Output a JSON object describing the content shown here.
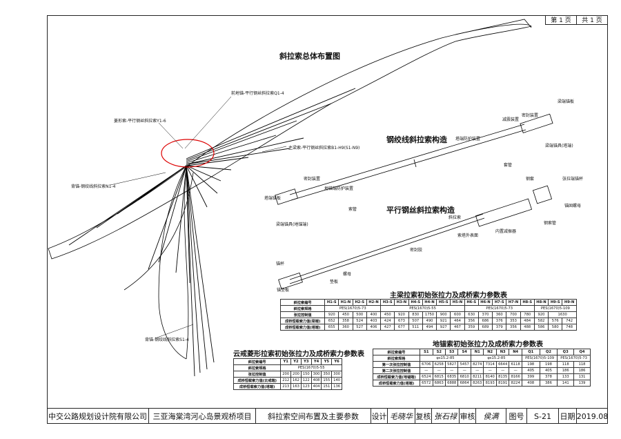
{
  "page": {
    "num": "第 1 页",
    "total": "共 1 页"
  },
  "titles": {
    "layout": "斜拉索总体布置图",
    "strand": "钢绞线斜拉索构造",
    "wire": "平行钢丝斜拉索构造",
    "main_table": "主梁拉索初始张拉力及成桥索力参数表",
    "yun_table": "云戒菱形拉索初始张拉力及成桥索力参数表",
    "anchor_table": "地锚索初始张拉力及成桥索力参数表"
  },
  "labels": {
    "zhuqiao": "前地锚-平行钢丝斜拉索Q1-4",
    "lingxing": "菱形索-平行钢丝斜拉索Y1-6",
    "zhuliang": "主梁索-平行钢丝斜拉索B1-H9(S1-N9)",
    "beiqiao": "背锚-钢绞线斜拉索N1-4",
    "houdi": "背锚-钢绞线斜拉索S1-4",
    "s_jiansu": "减震装置",
    "s_mifeng": "密封装置",
    "s_rudian": "塔端防护装置",
    "s_liangdi": "梁端锚板",
    "s_liangdiluo": "梁端锚具(塔端)",
    "s_taoguan": "套管",
    "s_mifeng2": "密封装置",
    "s_zudiangu": "地锚端防护装置",
    "s_taduan": "塔端锚板",
    "s_suoguan": "索管",
    "s_mao": "梁端锚具(地锚端)",
    "w_gangtao": "钢套",
    "w_zhangla": "张拉端锚杯",
    "w_suogu": "锚固螺母",
    "w_pinghang": "钢索管",
    "w_suojia": "斜拉索",
    "w_neizhi": "内置减振器",
    "w_suota": "索塔外表面",
    "w_mifeng": "密封胶",
    "w_maobei": "锚杯",
    "w_luomu": "螺母",
    "w_dianban": "垫板",
    "w_qiaoban": "锚垫板"
  },
  "main_table": {
    "row_label": [
      "斜拉索编号",
      "斜拉索规格",
      "张拉控制值",
      "成桥恒载索力值(梁端)",
      "成桥恒载索力值(塔端)"
    ],
    "cols": [
      "H1-S",
      "H1-N",
      "H2-S",
      "H2-N",
      "H3-S",
      "H3-N",
      "H4-S",
      "H4-N",
      "H5-S",
      "H5-N",
      "H6-S",
      "H6-N",
      "H7-S",
      "H7-N",
      "H8-S",
      "H8-N",
      "H9-S",
      "H9-N"
    ],
    "spec": [
      "PES(1670)5-73",
      "PES(1670)5-55",
      "PES(1670)5-73",
      "PES(1670)5-109"
    ],
    "r1": [
      "920",
      "450",
      "500",
      "400",
      "450",
      "920",
      "830",
      "1750",
      "900",
      "600",
      "630",
      "370",
      "360",
      "700",
      "780",
      "920",
      "1630"
    ],
    "r2": [
      "652",
      "358",
      "524",
      "403",
      "424",
      "673",
      "507",
      "490",
      "921",
      "464",
      "356",
      "686",
      "376",
      "353",
      "484",
      "582",
      "576",
      "742"
    ],
    "r3": [
      "655",
      "360",
      "527",
      "406",
      "427",
      "677",
      "511",
      "494",
      "927",
      "467",
      "359",
      "689",
      "379",
      "356",
      "488",
      "586",
      "580",
      "748"
    ]
  },
  "yun_table": {
    "cols": [
      "Y1",
      "Y2",
      "Y3",
      "Y4",
      "Y5",
      "Y6"
    ],
    "spec": "PES(1670)5-55",
    "row_label": [
      "斜拉索编号",
      "斜拉索规格",
      "张拉控制值",
      "成桥恒载索力值(云戒端)",
      "成桥恒载索力值(塔端)"
    ],
    "r1": [
      "200",
      "200",
      "150",
      "300",
      "350",
      "300"
    ],
    "r2": [
      "212",
      "162",
      "122",
      "408",
      "155",
      "140"
    ],
    "r3": [
      "213",
      "163",
      "123",
      "404",
      "151",
      "136"
    ]
  },
  "anchor_table": {
    "cols": [
      "S1",
      "S2",
      "S3",
      "S4",
      "N1",
      "N2",
      "N3",
      "N4",
      "Q1",
      "Q2",
      "Q3",
      "Q4"
    ],
    "spec": [
      "φs15.2-85",
      "φs15.2-85",
      "PES(1670)5-109",
      "PES(1670)5-73"
    ],
    "row_label": [
      "斜拉索编号",
      "斜拉索规格",
      "第一次张拉控制值",
      "第二次张拉控制值",
      "成桥恒载索力值(地锚端)",
      "成桥恒载索力值(塔端)"
    ],
    "r1": [
      "6706",
      "6258",
      "5827",
      "5457",
      "8274",
      "7314",
      "6644",
      "6118",
      "198",
      "198",
      "118",
      "118"
    ],
    "r2": [
      "—",
      "—",
      "—",
      "—",
      "—",
      "—",
      "—",
      "—",
      "405",
      "405",
      "186",
      "186"
    ],
    "r3": [
      "6524",
      "6815",
      "6835",
      "6810",
      "8211",
      "8140",
      "8135",
      "8166",
      "399",
      "378",
      "133",
      "131"
    ],
    "r4": [
      "6572",
      "6863",
      "6888",
      "6864",
      "8263",
      "8193",
      "8191",
      "8224",
      "408",
      "386",
      "141",
      "139"
    ]
  },
  "titleblock": {
    "company": "中交公路规划设计院有限公司",
    "project": "三亚海棠湾河心岛景观桥项目",
    "drawing": "斜拉索空间布置及主要参数",
    "design_l": "设计",
    "design_s": "毛晓华",
    "check_l": "复核",
    "check_s": "张石禄",
    "review_l": "审核",
    "review_s": "侯满",
    "no_l": "图号",
    "no": "S-21",
    "date_l": "日期",
    "date": "2019.08"
  }
}
